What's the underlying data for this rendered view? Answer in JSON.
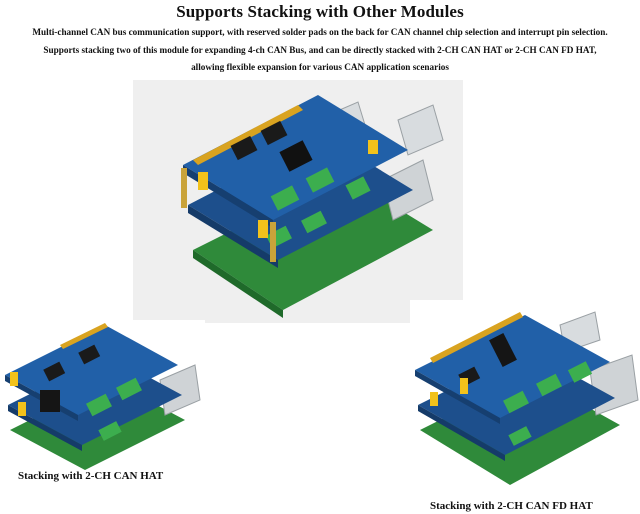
{
  "heading": "Supports Stacking with Other Modules",
  "description": {
    "line1": "Multi-channel CAN bus communication support, with reserved solder pads on the back for CAN channel chip selection and interrupt pin selection.",
    "line2": "Supports stacking two of this module for expanding 4-ch CAN Bus, and can be directly stacked with 2-CH CAN HAT or 2-CH CAN FD HAT,",
    "line3": "allowing flexible expansion for various CAN application scenarios"
  },
  "captions": {
    "left": "Stacking with 2-CH CAN HAT",
    "right": "Stacking with 2-CH CAN FD HAT"
  },
  "colors": {
    "board_blue": "#1d4f8c",
    "pi_green": "#2f8a3a",
    "terminal_green": "#3cae4e",
    "header_gold": "#d9a320",
    "connector_yellow": "#f2c21b"
  }
}
